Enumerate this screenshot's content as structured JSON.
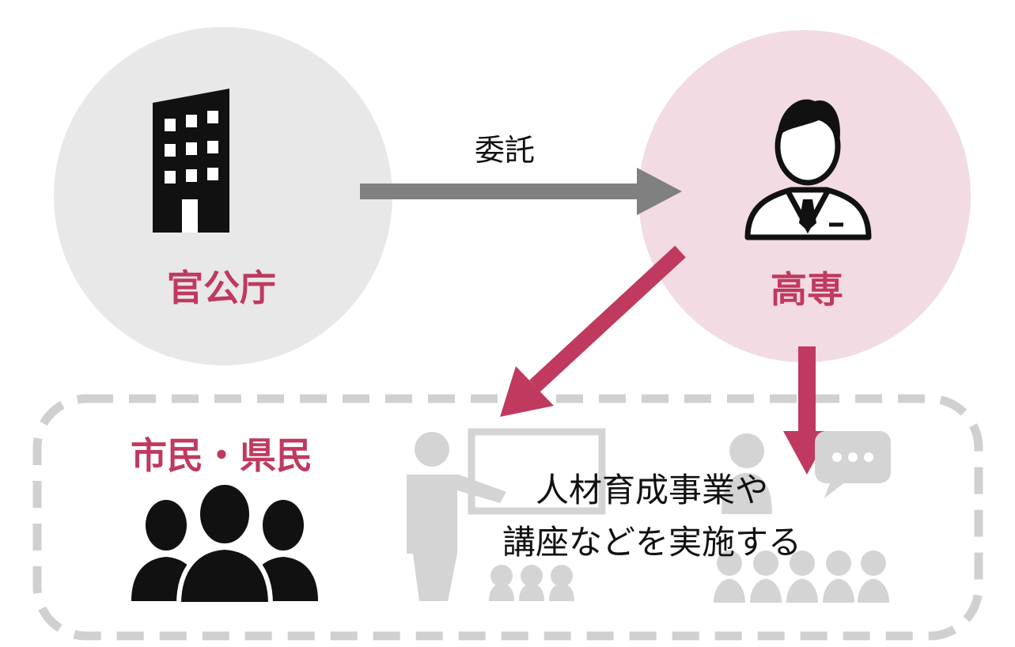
{
  "nodes": {
    "government": {
      "label": "官公庁",
      "icon": "office-building-icon",
      "circle_color": "#e8e8e8"
    },
    "kosen": {
      "label": "高専",
      "icon": "businessman-icon",
      "circle_color": "#f2dbe2"
    },
    "citizens": {
      "label": "市民・県民",
      "icon": "people-group-icon"
    }
  },
  "edges": {
    "commission": {
      "label": "委託",
      "color": "#808080"
    }
  },
  "activities": {
    "line1": "人材育成事業や",
    "line2": "講座などを実施する",
    "icons": [
      "lecture-presenter-icon",
      "audience-discussion-icon"
    ]
  },
  "colors": {
    "accent": "#c0395f",
    "faded_icon": "#d4d4d4",
    "dashed_border": "#d0d0d0",
    "text": "#111111"
  }
}
